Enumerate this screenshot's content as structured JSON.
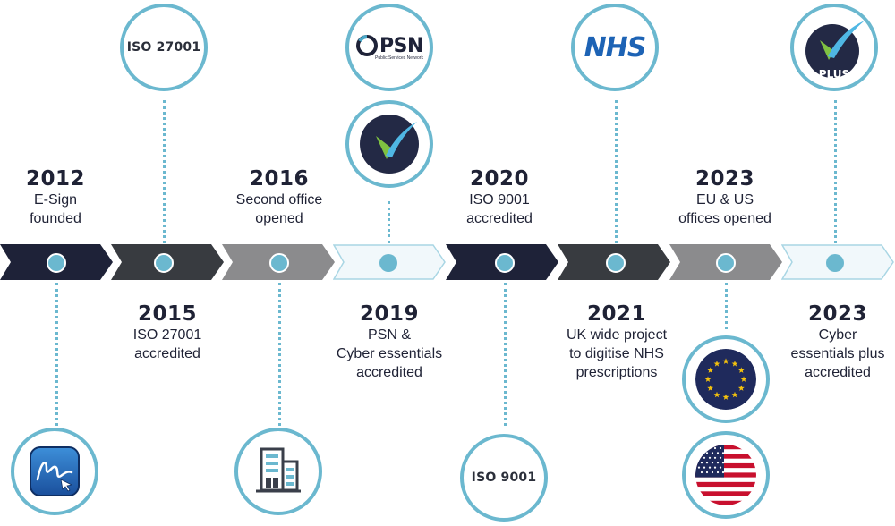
{
  "colors": {
    "accent": "#6bb8cf",
    "navy": "#1e2238",
    "charcoal": "#383b40",
    "gray": "#8b8b8d",
    "pale": "#f1f8fb",
    "text": "#1f2235"
  },
  "milestones_top": [
    {
      "year": "2012",
      "desc": "E-Sign\nfounded"
    },
    {
      "year": "2016",
      "desc": "Second office\nopened"
    },
    {
      "year": "2020",
      "desc": "ISO 9001\naccredited"
    },
    {
      "year": "2023",
      "desc": "EU & US\noffices opened"
    }
  ],
  "milestones_bottom": [
    {
      "year": "2015",
      "desc": "ISO 27001\naccredited"
    },
    {
      "year": "2019",
      "desc": "PSN &\nCyber essentials\naccredited"
    },
    {
      "year": "2021",
      "desc": "UK wide project\nto digitise NHS\nprescriptions"
    },
    {
      "year": "2023",
      "desc": "Cyber\nessentials plus\naccredited"
    }
  ],
  "badges": {
    "iso27001": "ISO 27001",
    "iso9001": "ISO 9001",
    "psn": "PSN",
    "psn_sub": "Public Services Network",
    "nhs": "NHS",
    "plus": "PLUS"
  },
  "icons": [
    "esign-logo-icon",
    "office-building-icon",
    "iso-27001-badge",
    "psn-logo",
    "cyber-essentials-icon",
    "iso-9001-badge",
    "nhs-logo",
    "cyber-essentials-plus-icon",
    "eu-flag-icon",
    "us-flag-icon"
  ]
}
